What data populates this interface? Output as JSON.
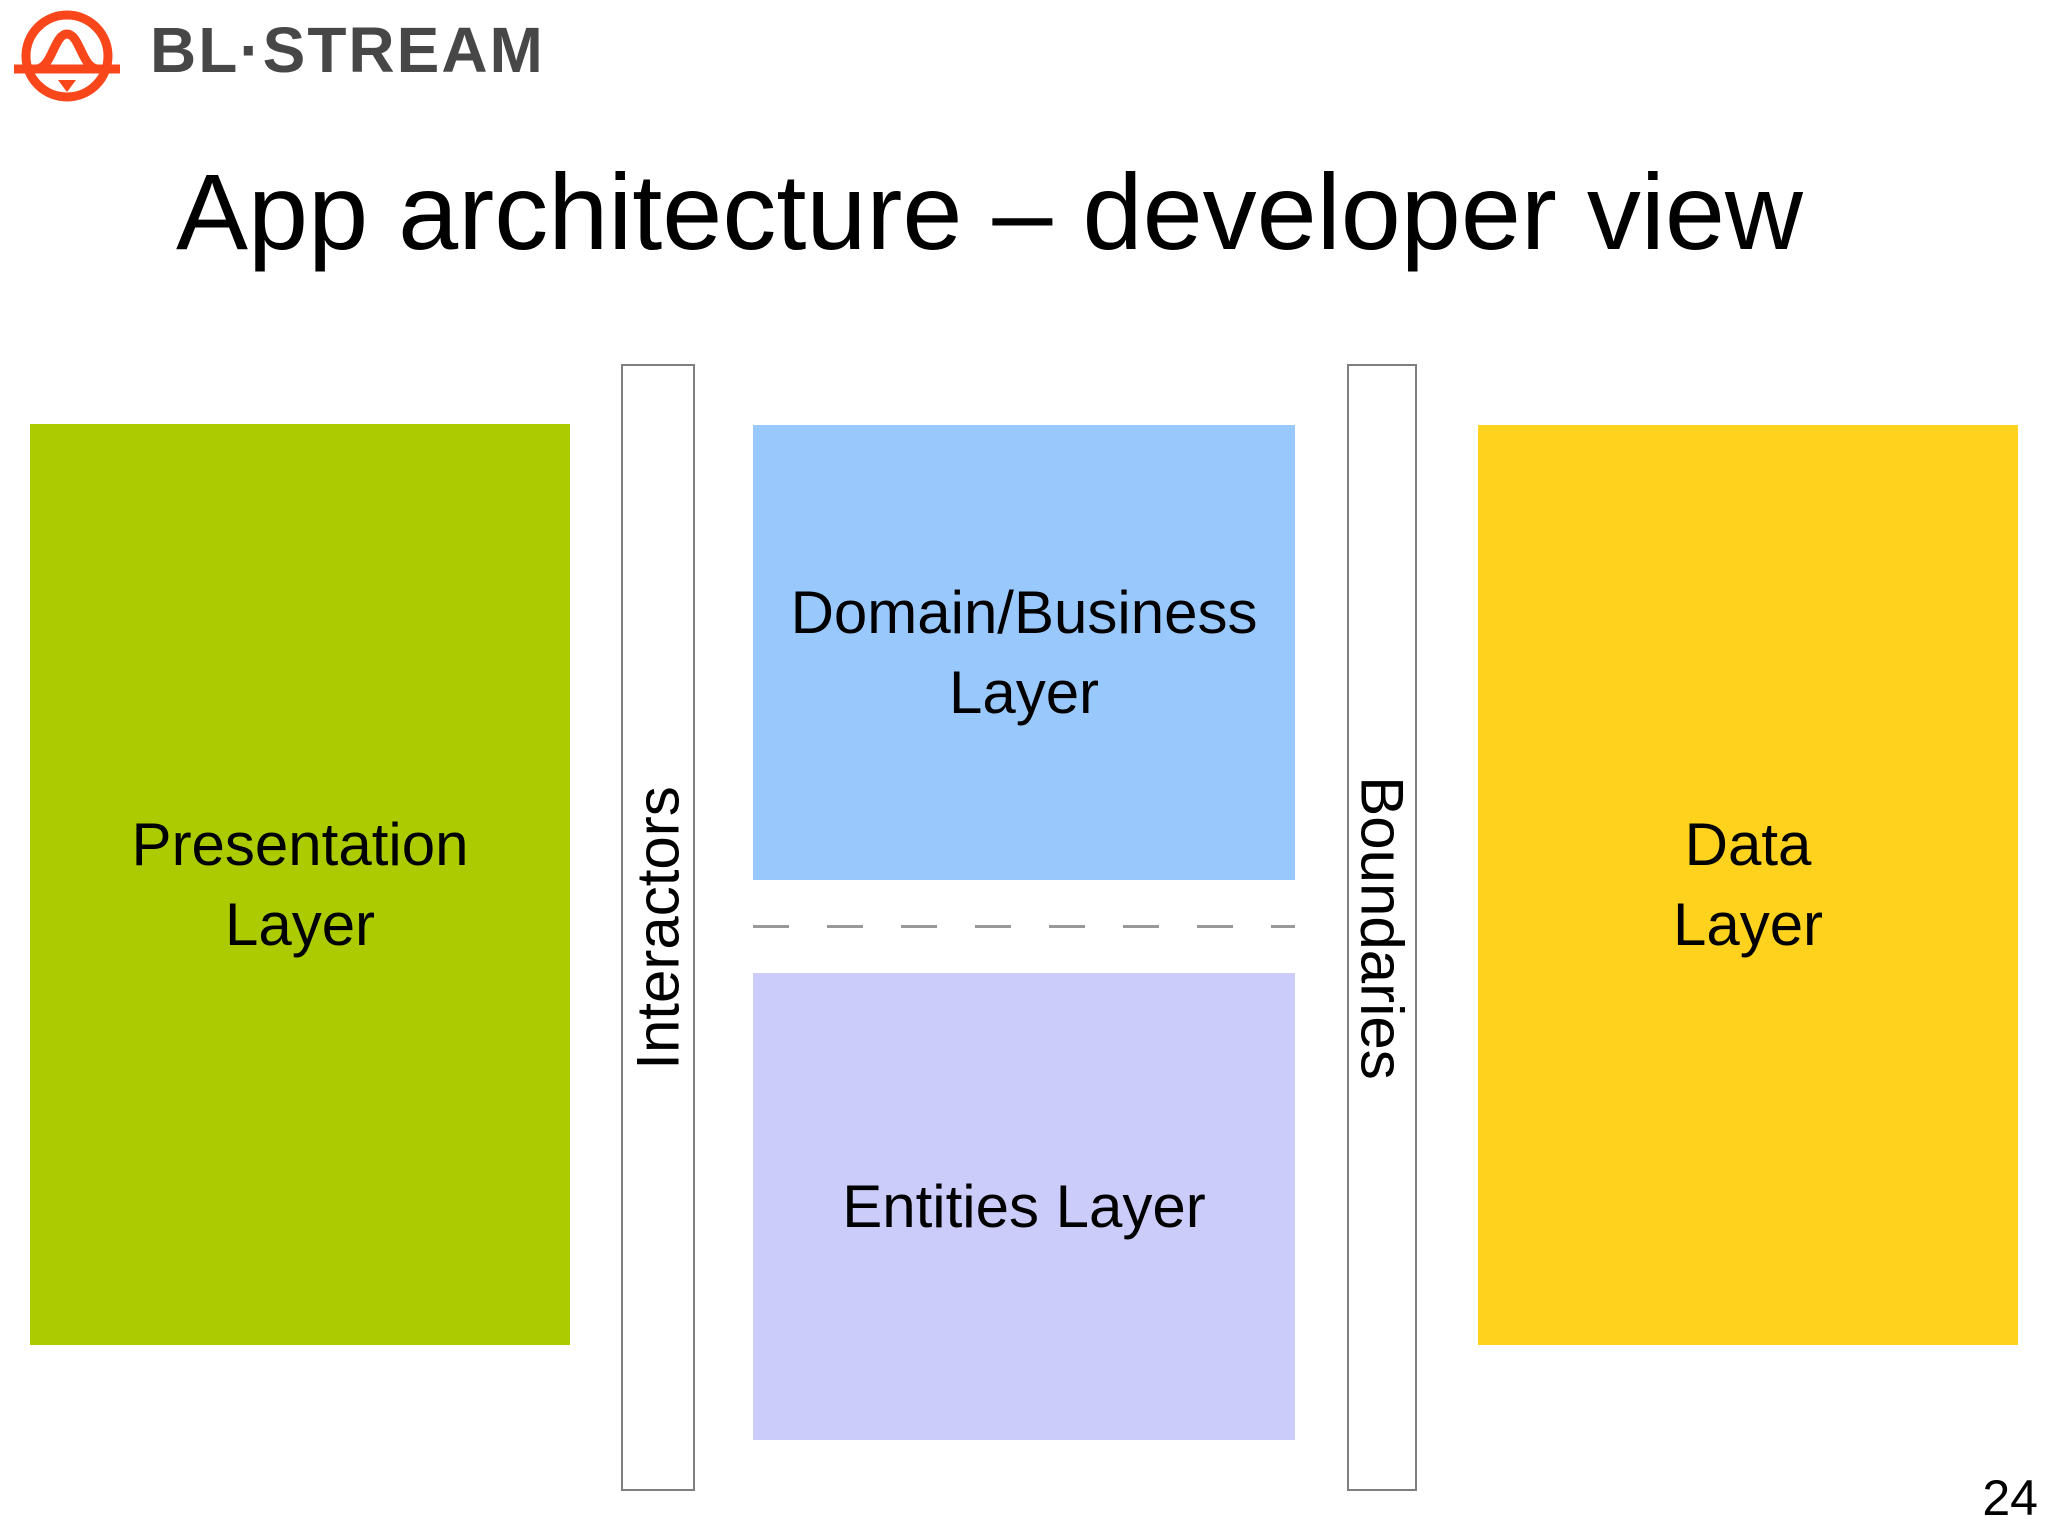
{
  "logo": {
    "brand": "BL·STREAM",
    "color": "#F9471B",
    "text_color": "#474747"
  },
  "slide": {
    "title": "App architecture – developer view",
    "page_number": "24"
  },
  "diagram": {
    "boxes": [
      {
        "id": "presentation",
        "line1": "Presentation",
        "line2": "Layer",
        "color": "#ACCB01"
      },
      {
        "id": "domain",
        "line1": "Domain/Business",
        "line2": "Layer",
        "color": "#99C9FC"
      },
      {
        "id": "entities",
        "line1": "Entities Layer",
        "line2": "",
        "color": "#CCCCFA"
      },
      {
        "id": "data",
        "line1": "Data",
        "line2": "Layer",
        "color": "#FFD21E"
      }
    ],
    "connectors": [
      {
        "id": "interactors",
        "label": "Interactors"
      },
      {
        "id": "boundaries",
        "label": "Boundaries"
      }
    ],
    "divider": {
      "style": "dashed",
      "color": "#999999"
    }
  }
}
